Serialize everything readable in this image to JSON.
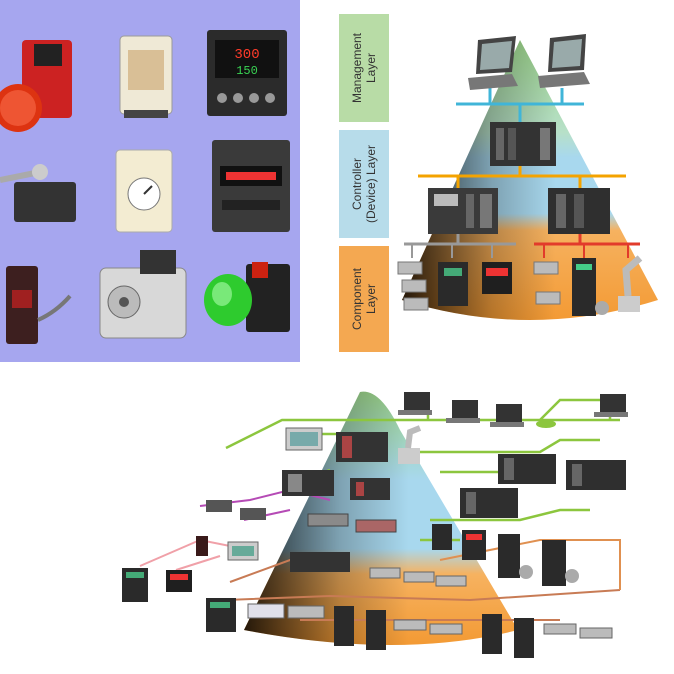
{
  "layers": {
    "management": "Management\nLayer",
    "controller": "Controller\n(Device) Layer",
    "component": "Component\nLayer"
  },
  "device_display": {
    "temp_pv": "300",
    "temp_sv": "150"
  },
  "colors": {
    "products_bg": "#a6a6ef",
    "management": "#9bd38a",
    "controller": "#a8d8ee",
    "component": "#f39a34",
    "ethernet_line": "#8cc63e",
    "info_line": "#40b5d8",
    "control_line": "#f4a300",
    "field_line_red": "#e23b2b",
    "field_line_magenta": "#b54ab5",
    "field_line_pink": "#f0a0a8",
    "field_line_brown": "#c87b55"
  },
  "icons": [
    "pushbutton-icon",
    "relay-icon",
    "temperature-controller-icon",
    "limit-switch-icon",
    "timer-icon",
    "digital-panel-icon",
    "photo-sensor-icon",
    "servo-motor-icon",
    "pilot-light-icon",
    "laptop-icon",
    "plc-icon",
    "inverter-icon",
    "servo-drive-icon",
    "robot-icon",
    "hmi-icon"
  ]
}
